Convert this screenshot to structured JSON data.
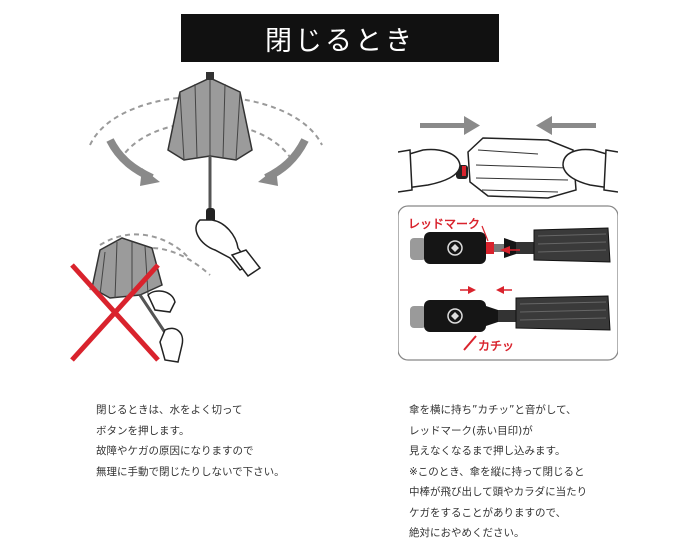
{
  "title": "閉じるとき",
  "left_caption": [
    "閉じるときは、水をよく切って",
    "ボタンを押します。",
    "故障やケガの原因になりますので",
    "無理に手動で閉じたりしないで下さい。"
  ],
  "right_caption": [
    "傘を横に持ち”カチッ”と音がして、",
    "レッドマーク(赤い目印)が",
    "見えなくなるまで押し込みます。",
    "※このとき、傘を縦に持って閉じると",
    "中棒が飛び出して頭やカラダに当たり",
    "ケガをすることがありますので、",
    "絶対におやめください。"
  ],
  "callouts": {
    "red_mark": "レッドマーク",
    "click": "カチッ"
  },
  "colors": {
    "title_bg": "#111111",
    "red": "#d9232d",
    "arrow_gray": "#8a8a8a",
    "canopy_gray": "#9b9b9b"
  }
}
